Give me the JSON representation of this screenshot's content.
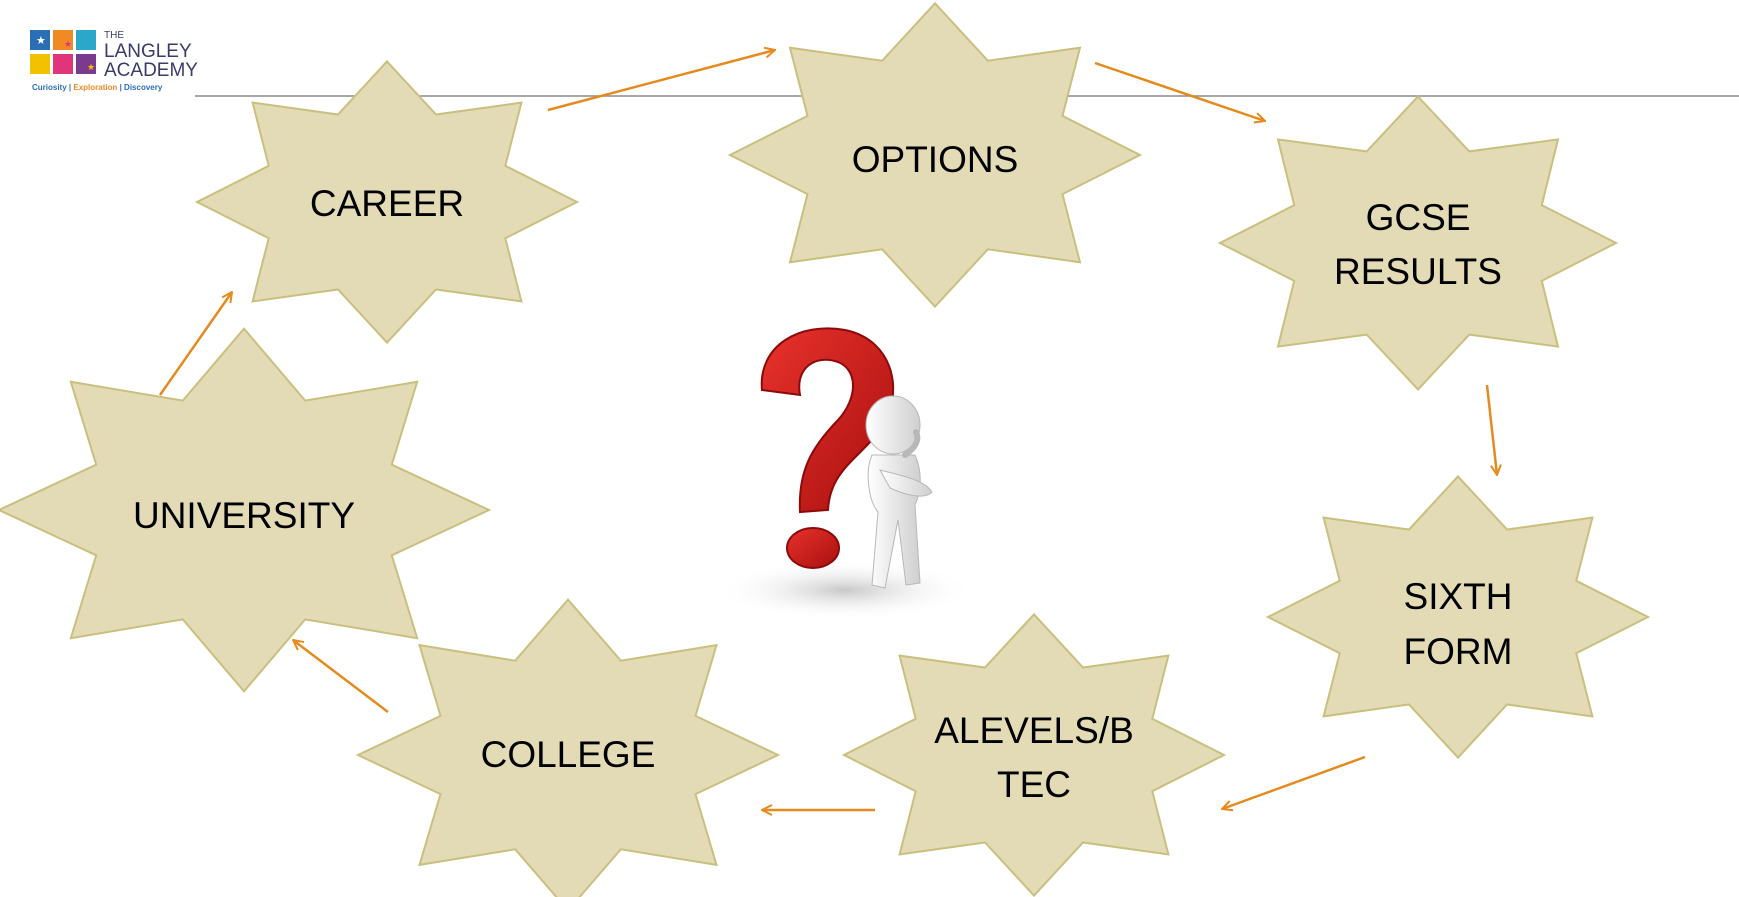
{
  "logo": {
    "line1": "The",
    "line2": "Langley",
    "line3": "Academy",
    "tagline_1": "Curiosity | ",
    "tagline_2": "Exploration",
    "tagline_3": " | Discovery",
    "colors": [
      "#2a6fb6",
      "#f08a24",
      "#2aa7c9",
      "#f2c200",
      "#e0357a",
      "#7a3b8f"
    ]
  },
  "colors": {
    "star_fill": "#e2dbb6",
    "star_stroke": "#c9bf7e",
    "arrow": "#e58a1f",
    "header_line": "#8c8c8c"
  },
  "nodes": [
    {
      "id": "career",
      "lines": [
        "CAREER"
      ]
    },
    {
      "id": "options",
      "lines": [
        "OPTIONS"
      ]
    },
    {
      "id": "gcse",
      "lines": [
        "GCSE",
        "RESULTS"
      ]
    },
    {
      "id": "sixth",
      "lines": [
        "SIXTH",
        "FORM"
      ]
    },
    {
      "id": "alevels",
      "lines": [
        "ALEVELS/B",
        "TEC"
      ]
    },
    {
      "id": "college",
      "lines": [
        "COLLEGE"
      ]
    },
    {
      "id": "university",
      "lines": [
        "UNIVERSITY"
      ]
    }
  ],
  "center_image": "question-mark-thinking-figure"
}
